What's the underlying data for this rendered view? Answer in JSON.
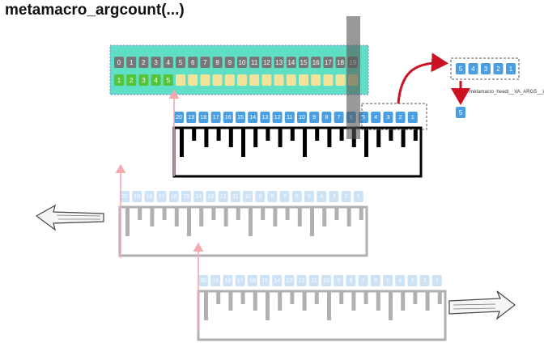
{
  "title": "metamacro_argcount(...)",
  "index_row": [
    "0",
    "1",
    "2",
    "3",
    "4",
    "5",
    "6",
    "7",
    "8",
    "9",
    "10",
    "11",
    "12",
    "13",
    "14",
    "15",
    "16",
    "17",
    "18",
    "19"
  ],
  "arg_row": [
    "1",
    "2",
    "3",
    "4",
    "5",
    "",
    "",
    "",
    "",
    "",
    "",
    "",
    "",
    "",
    "",
    "",
    "",
    "",
    "",
    ""
  ],
  "ruler_numbers": [
    "20",
    "19",
    "18",
    "17",
    "16",
    "15",
    "14",
    "13",
    "12",
    "11",
    "10",
    "9",
    "8",
    "7",
    "6",
    "5",
    "4",
    "3",
    "2",
    "1"
  ],
  "result_list": [
    "5",
    "4",
    "3",
    "2",
    "1"
  ],
  "head_label": "metamacro_head(__VA_ARGS__)",
  "result_value": "5",
  "colors": {
    "teal_panel": "#5fe0c6",
    "gray_cell": "#777777",
    "green_cell": "#55c43a",
    "yellow_cell": "#f2e39a",
    "blue_cell": "#4a9fe0",
    "dark_band": "#555555",
    "red_arrow": "#cc1122",
    "pink_arrow": "#f4a9ae",
    "ghost_blue": "#c8dff4",
    "ghost_gray": "#a8a8a8"
  }
}
